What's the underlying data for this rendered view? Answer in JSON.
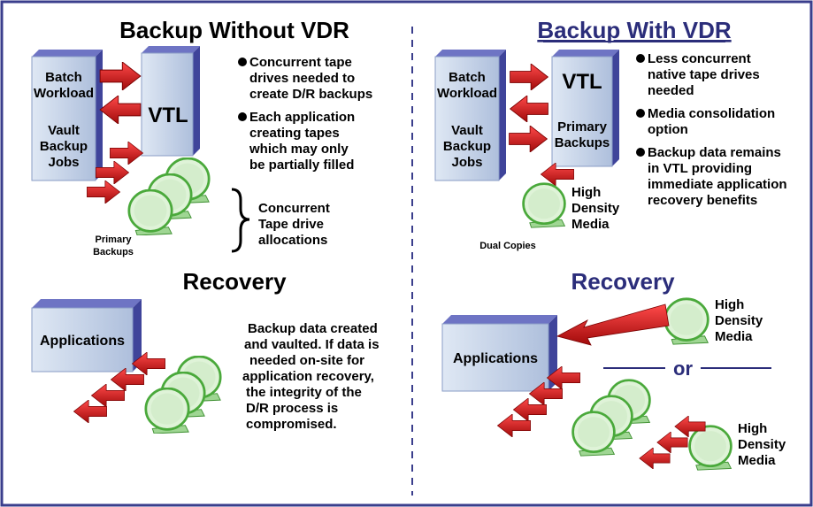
{
  "colors": {
    "frame": "#3a3e8c",
    "box_light": "#c7d7ea",
    "box_dark": "#5a5fb0",
    "arrow": "#c81414",
    "tape": "#d9f0d3",
    "tape_edge": "#59b34a",
    "navy": "#2b2d7a"
  },
  "left": {
    "title": "Backup Without VDR",
    "batch_box": {
      "line1": "Batch",
      "line2": "Workload",
      "line3": "Vault",
      "line4": "Backup",
      "line5": "Jobs"
    },
    "vtl_label": "VTL",
    "bullets": [
      {
        "line1": "Concurrent tape",
        "line2": "drives needed to",
        "line3": "create D/R backups"
      },
      {
        "line1": "Each application",
        "line2": "creating tapes",
        "line3": "which may only",
        "line4": "be partially filled"
      }
    ],
    "concurrent": {
      "line1": "Concurrent",
      "line2": "Tape drive",
      "line3": "allocations"
    },
    "primary": {
      "line1": "Primary",
      "line2": "Backups"
    },
    "recovery_title": "Recovery",
    "applications": "Applications",
    "recovery_text": {
      "line1": "Backup data created",
      "line2": "and vaulted.  If data is",
      "line3": "needed on-site for",
      "line4": "application recovery,",
      "line5": "the integrity of the",
      "line6": "D/R process is",
      "line7": "compromised."
    }
  },
  "right": {
    "title": "Backup With VDR",
    "batch_box": {
      "line1": "Batch",
      "line2": "Workload",
      "line3": "Vault",
      "line4": "Backup",
      "line5": "Jobs"
    },
    "vtl": {
      "line1": "VTL",
      "line2": "Primary",
      "line3": "Backups"
    },
    "bullets": [
      {
        "line1": "Less concurrent",
        "line2": "native tape drives",
        "line3": "needed"
      },
      {
        "line1": "Media consolidation",
        "line2": "option"
      },
      {
        "line1": "Backup data remains",
        "line2": "in VTL providing",
        "line3": "immediate application",
        "line4": "recovery benefits"
      }
    ],
    "hdm_top": {
      "line1": "High",
      "line2": "Density",
      "line3": "Media"
    },
    "dual_copies": "Dual Copies",
    "recovery_title": "Recovery",
    "applications": "Applications",
    "hdm_rec_top": {
      "line1": "High",
      "line2": "Density",
      "line3": "Media"
    },
    "or": "or",
    "hdm_rec_bottom": {
      "line1": "High",
      "line2": "Density",
      "line3": "Media"
    }
  }
}
